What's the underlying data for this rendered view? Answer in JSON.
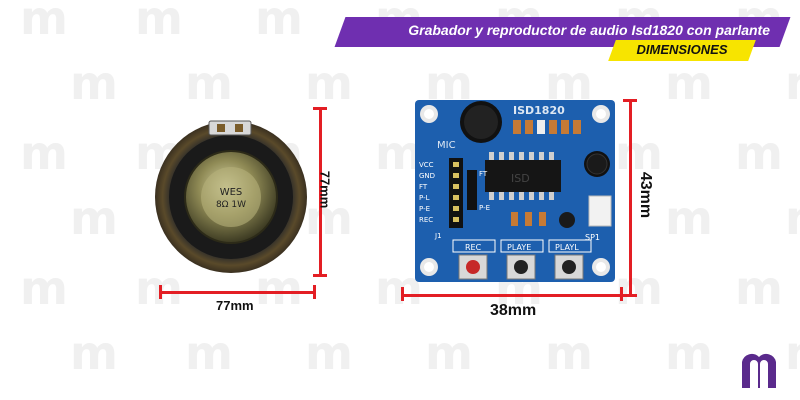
{
  "header": {
    "title": "Grabador y reproductor de audio Isd1820 con parlante",
    "subtitle": "DIMENSIONES"
  },
  "speaker": {
    "label_line1": "WES",
    "label_line2": "8Ω 1W",
    "width_label": "77mm",
    "height_label": "77mm"
  },
  "board": {
    "title": "ISD1820",
    "mic_label": "MIC",
    "chip_label": "ISD",
    "pin_labels": [
      "VCC",
      "GND",
      "FT",
      "P-L",
      "P-E",
      "REC"
    ],
    "ft_label": "FT",
    "pe_label": "P-E",
    "j1_label": "J1",
    "spk_label": "SP1",
    "buttons": [
      "REC",
      "PLAYE",
      "PLAYL"
    ],
    "width_label": "38mm",
    "height_label": "43mm"
  },
  "watermark": "m",
  "colors": {
    "banner": "#6f2fb0",
    "subtitle_bg": "#f7e400",
    "dimension": "#e31e24",
    "pcb": "#1d5fae"
  }
}
